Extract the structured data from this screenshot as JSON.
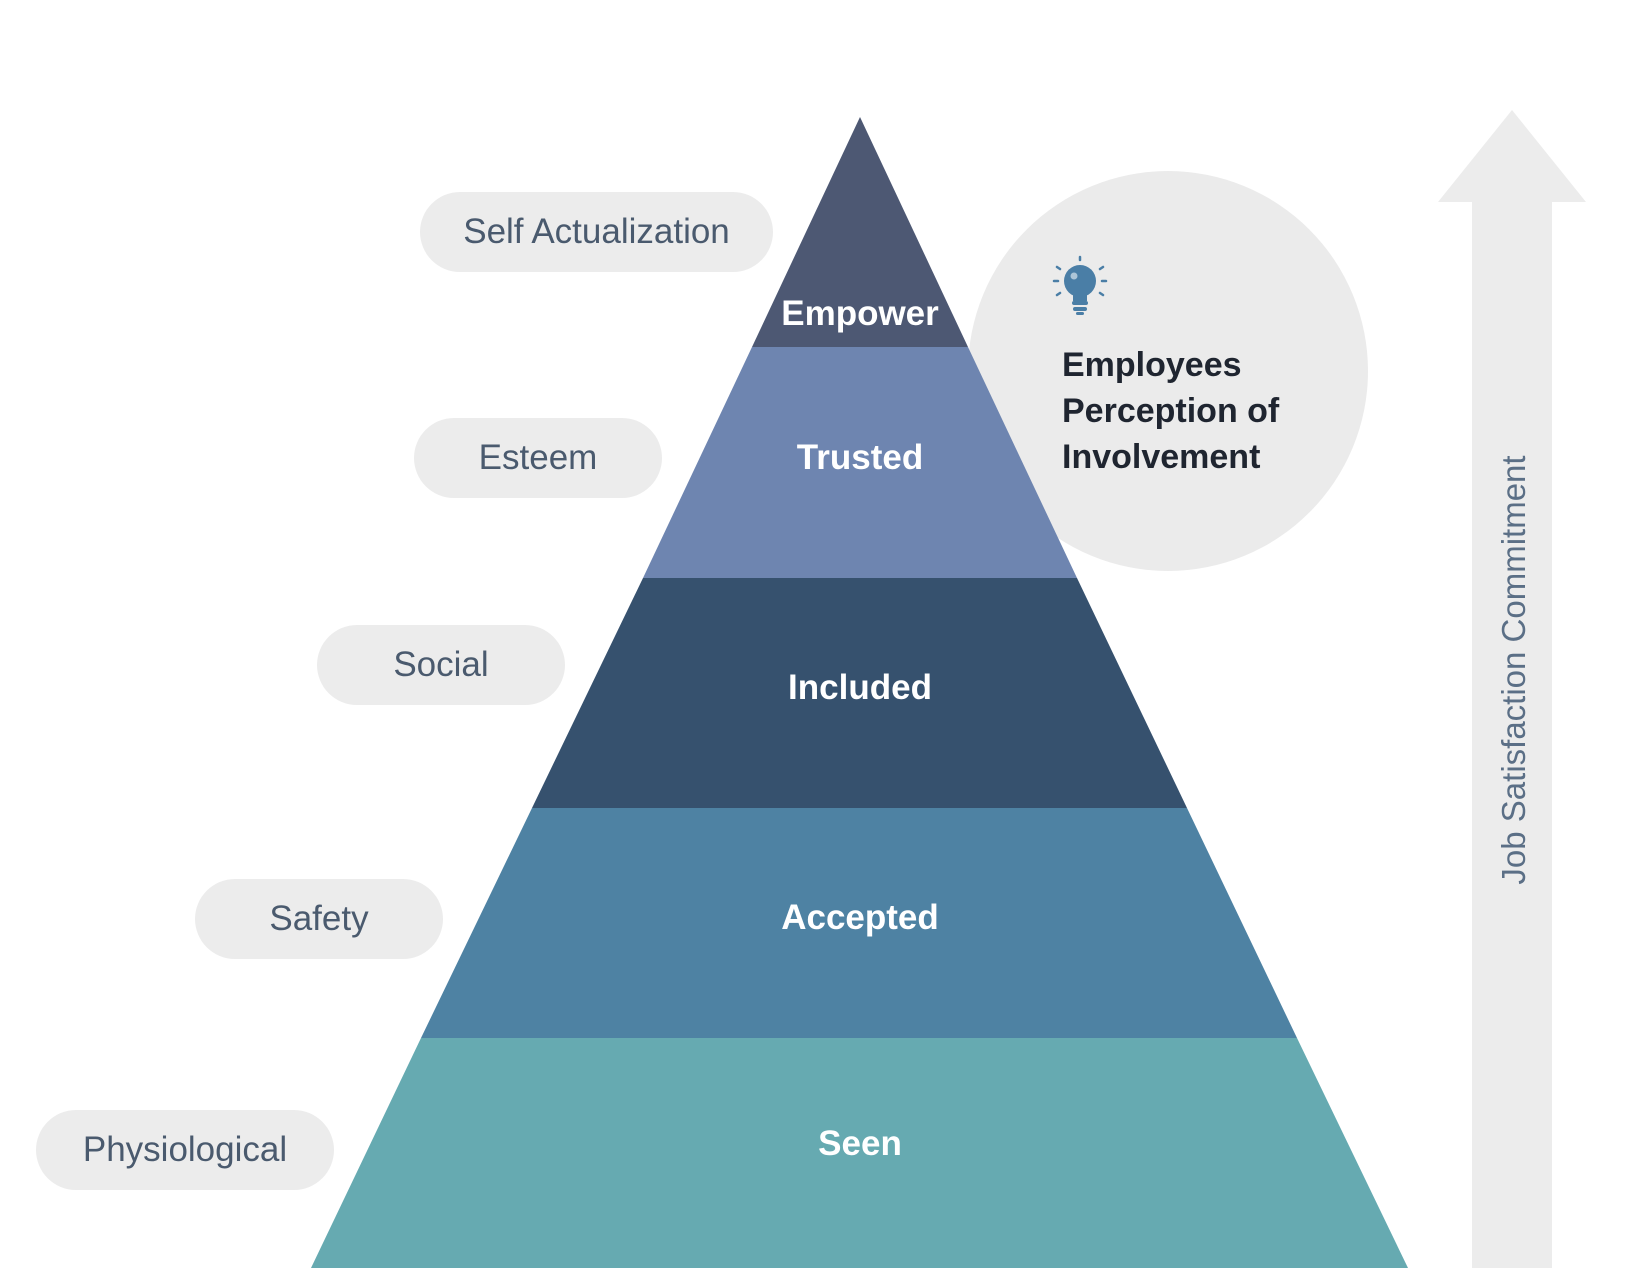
{
  "diagram": {
    "type": "pyramid",
    "tiers": [
      {
        "label": "Empower",
        "level": "Self Actualization",
        "color": "#4d5873"
      },
      {
        "label": "Trusted",
        "level": "Esteem",
        "color": "#6e85b0"
      },
      {
        "label": "Included",
        "level": "Social",
        "color": "#36516e"
      },
      {
        "label": "Accepted",
        "level": "Safety",
        "color": "#4e82a3"
      },
      {
        "label": "Seen",
        "level": "Physiological",
        "color": "#66aab1"
      }
    ],
    "callout": {
      "icon": "lightbulb-icon",
      "lines": [
        "Employees",
        "Perception of",
        "Involvement"
      ]
    },
    "axis_label": "Job Satisfaction Commitment",
    "colors": {
      "pill_background": "#ececec",
      "pill_text": "#4a5a6e",
      "bubble_background": "#ebebeb",
      "arrow": "#ececec",
      "bulb": "#4a7ea6"
    }
  }
}
